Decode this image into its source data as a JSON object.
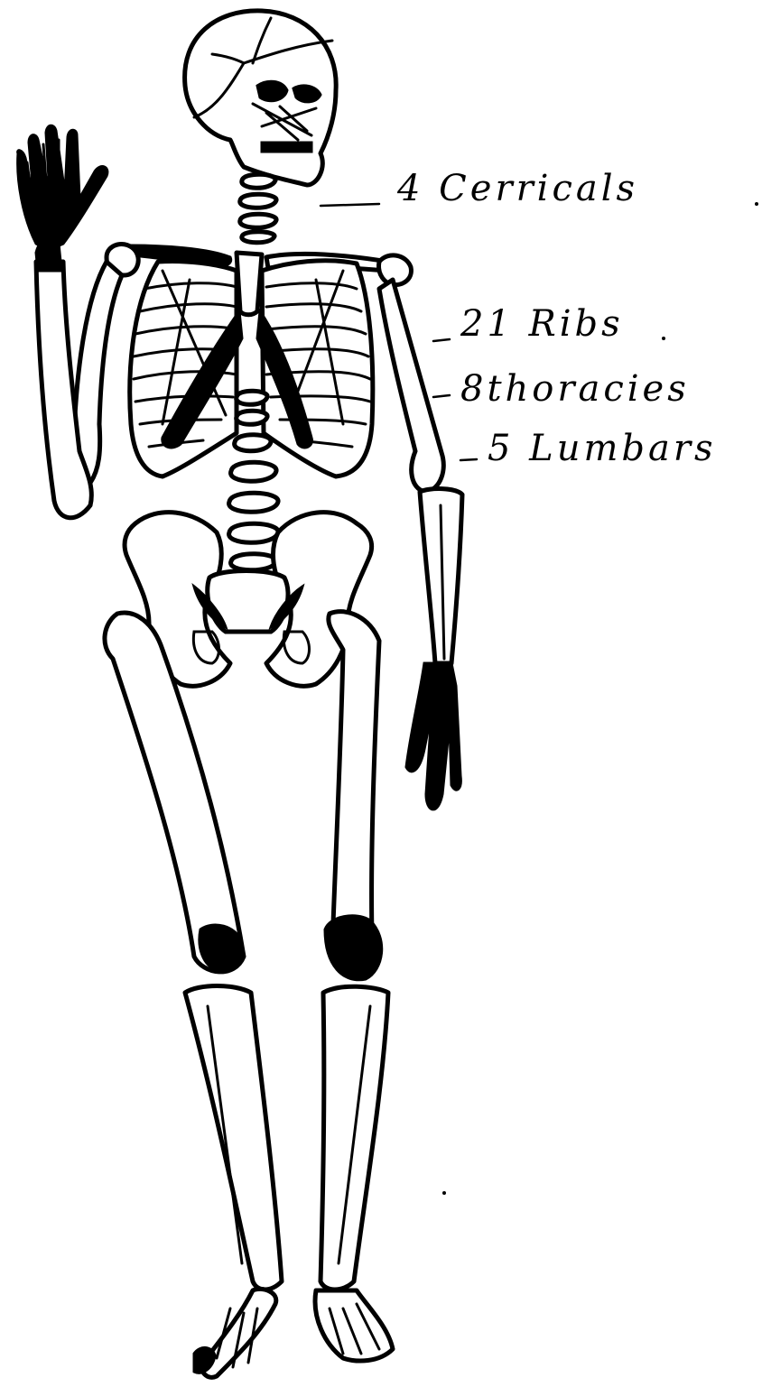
{
  "diagram": {
    "labels": {
      "cervicals": "4 Cerricals",
      "ribs": "21 Ribs",
      "thoracics": "8thoracies",
      "lumbars": "5 Lumbars"
    }
  }
}
